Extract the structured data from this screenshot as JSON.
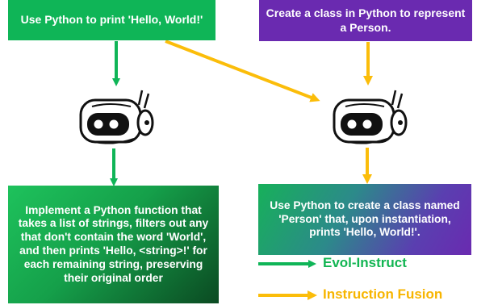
{
  "boxes": {
    "top_left": "Use Python to print 'Hello, World!'",
    "top_right": "Create a class in Python to represent a Person.",
    "bottom_left": "Implement a Python function that takes a list of strings, filters out any that don't contain the word 'World', and then prints 'Hello, <string>!' for each remaining string, preserving their original order",
    "bottom_right": "Use Python to create a class named 'Person' that, upon instantiation, prints 'Hello, World!'."
  },
  "legend": {
    "evol": "Evol-Instruct",
    "fusion": "Instruction Fusion"
  },
  "colors": {
    "green": "#0fb557",
    "purple": "#6a2ab0",
    "yellow": "#fbbd0a",
    "evol_text": "#12b552",
    "fusion_text": "#f7b500"
  },
  "icons": {
    "robot": "robot-icon"
  }
}
